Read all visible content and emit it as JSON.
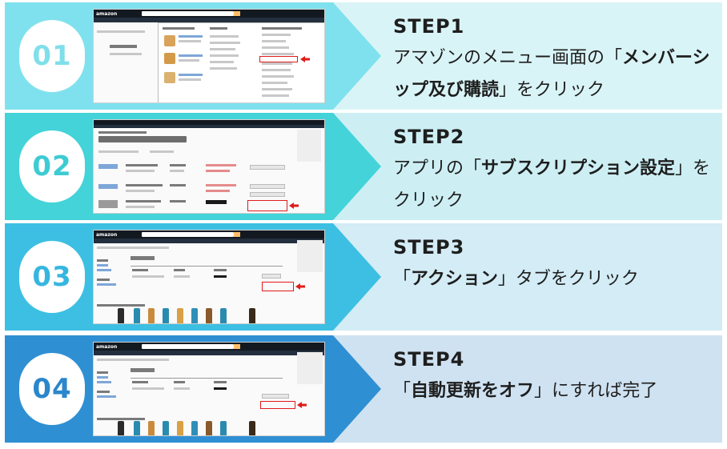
{
  "steps": [
    {
      "number": "01",
      "title": "STEP1",
      "desc": [
        {
          "text": "アマゾンのメニュー画面の「",
          "bold": false
        },
        {
          "text": "メンバーシップ及び購読",
          "bold": true
        },
        {
          "text": "」をクリック",
          "bold": false
        }
      ],
      "band_color": "#d9f4f7",
      "arrow_color": "#80e1ee",
      "number_color": "#7fdfea"
    },
    {
      "number": "02",
      "title": "STEP2",
      "desc": [
        {
          "text": "アプリの「",
          "bold": false
        },
        {
          "text": "サブスクリプション設定",
          "bold": true
        },
        {
          "text": "」をクリック",
          "bold": false
        }
      ],
      "band_color": "#cdeff4",
      "arrow_color": "#43d3d9",
      "number_color": "#3ecbd3"
    },
    {
      "number": "03",
      "title": "STEP3",
      "desc": [
        {
          "text": "「",
          "bold": false
        },
        {
          "text": "アクション",
          "bold": true
        },
        {
          "text": "」タブをクリック",
          "bold": false
        }
      ],
      "band_color": "#d3ecf6",
      "arrow_color": "#3cbfe2",
      "number_color": "#36b6df"
    },
    {
      "number": "04",
      "title": "STEP4",
      "desc": [
        {
          "text": "「",
          "bold": false
        },
        {
          "text": "自動更新をオフ",
          "bold": true
        },
        {
          "text": "」にすれば完了",
          "bold": false
        }
      ],
      "band_color": "#cfe2f1",
      "arrow_color": "#2f8fd3",
      "number_color": "#2b86cc"
    }
  ],
  "screenshot_chrome": {
    "logo": "amazon",
    "accent": "#febd69",
    "header_dark": "#131921",
    "highlight": "#e01b1b"
  }
}
